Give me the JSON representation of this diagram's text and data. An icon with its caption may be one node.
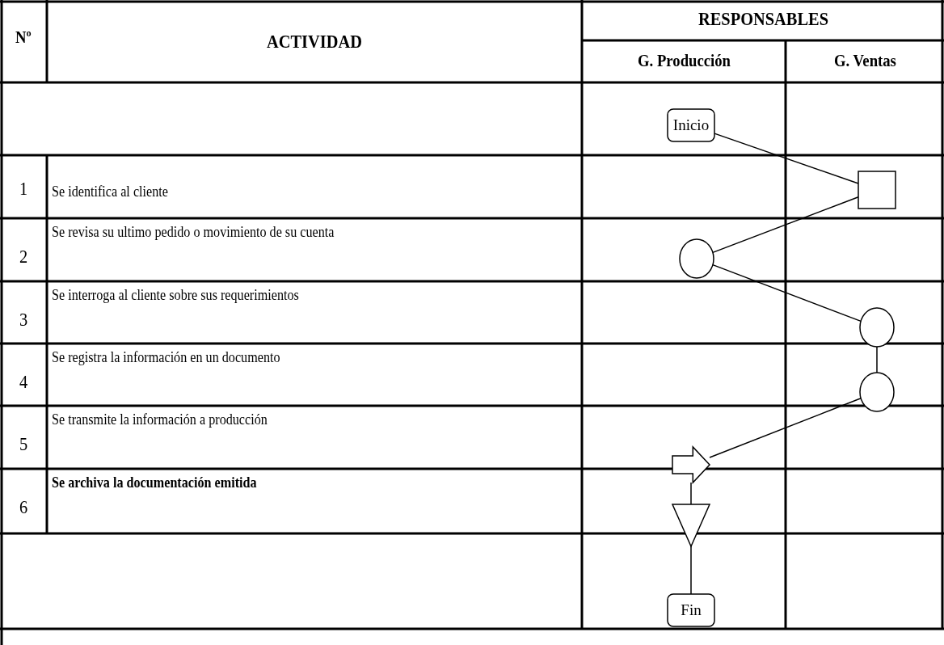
{
  "diagram": {
    "nodes": [
      {
        "text": [
          "Inicio"
        ]
      },
      {
        "text": [],
        "shape": "box"
      },
      {
        "text": [],
        "shape": "circle"
      },
      {
        "text": [],
        "shape": "circle"
      },
      {
        "text": [],
        "shape": "circle"
      },
      {
        "text": [],
        "shape": "arrow"
      },
      {
        "text": [],
        "shape": "triangle"
      },
      {
        "text": [
          "Fin"
        ]
      }
    ],
    "edges": [
      {
        "from": 0,
        "to": 1,
        "arrow": "none"
      },
      {
        "from": 1,
        "to": 2,
        "arrow": "none"
      },
      {
        "from": 2,
        "to": 3,
        "arrow": "none"
      },
      {
        "from": 3,
        "to": 4,
        "arrow": "none"
      },
      {
        "from": 4,
        "to": 5,
        "arrow": "none"
      },
      {
        "from": 5,
        "to": 6,
        "arrow": "none"
      },
      {
        "from": 6,
        "to": 7,
        "arrow": "none"
      }
    ],
    "labels": [
      "Nº",
      "ACTIVIDAD",
      "RESPONSABLES",
      "G. Producción",
      "G. Ventas",
      "1",
      "Se identifica al cliente",
      "2",
      "Se revisa su ultimo pedido o movimiento de su cuenta",
      "3",
      "Se interroga al cliente sobre sus requerimientos",
      "4",
      "Se registra la información en un documento",
      "5",
      "Se transmite la información a producción",
      "6",
      "Se archiva la documentación emitida"
    ]
  }
}
